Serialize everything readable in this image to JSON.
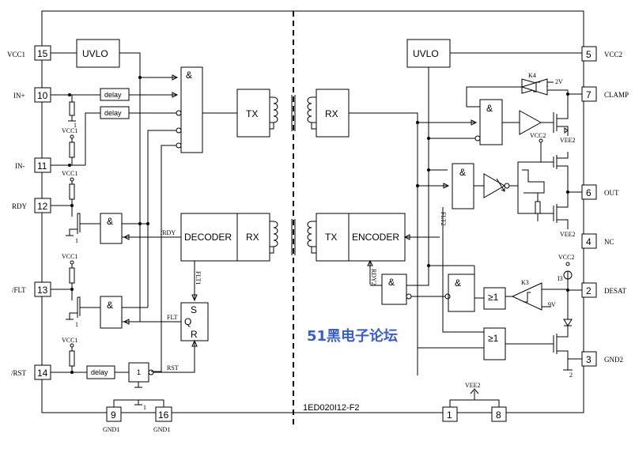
{
  "left_pins": [
    {
      "name": "VCC1",
      "num": "15"
    },
    {
      "name": "IN+",
      "num": "10"
    },
    {
      "name": "IN-",
      "num": "11"
    },
    {
      "name": "RDY",
      "num": "12"
    },
    {
      "name": "/FLT",
      "num": "13"
    },
    {
      "name": "/RST",
      "num": "14"
    }
  ],
  "right_pins": [
    {
      "name": "VCC2",
      "num": "5"
    },
    {
      "name": "CLAMP",
      "num": "7"
    },
    {
      "name": "OUT",
      "num": "6"
    },
    {
      "name": "NC",
      "num": "4"
    },
    {
      "name": "DESAT",
      "num": "2"
    },
    {
      "name": "GND2",
      "num": "3"
    }
  ],
  "bottom_pins": {
    "gnd1_a": "9",
    "gnd1_b": "16",
    "gnd1_label": "GND1",
    "vee2_a": "1",
    "vee2_b": "8",
    "vee2_label": "VEE2"
  },
  "blocks": {
    "uvlo": "UVLO",
    "and": "&",
    "tx": "TX",
    "rx": "RX",
    "decoder": "DECODER",
    "encoder": "ENCODER",
    "delay": "delay",
    "one": "1",
    "s": "S",
    "q": "Q",
    "r": "R",
    "ge1": "≥1"
  },
  "labels": {
    "vcc1": "VCC1",
    "vcc2": "VCC2",
    "vee2": "VEE2",
    "rdy_sig": "/RDY",
    "flt_sig": "FLT",
    "rst_sig": "RST",
    "flt1": "FLT1",
    "flt2": "FLT2",
    "rdy2": "RDY2",
    "k4": "K4",
    "k3": "K3",
    "v2": "2V",
    "v9": "9V",
    "i3": "I3",
    "part": "1ED020I12-F2",
    "gnd_1": "1",
    "gnd_2": "2"
  },
  "watermark": "51黑电子论坛"
}
